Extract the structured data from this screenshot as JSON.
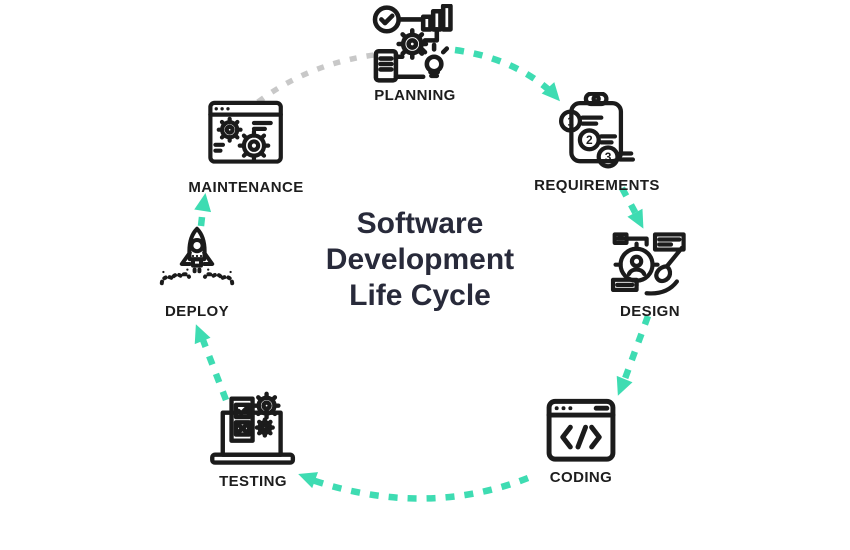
{
  "title": {
    "lines": [
      "Software",
      "Development",
      "Life Cycle"
    ],
    "text": "Software Development Life Cycle"
  },
  "stages": [
    {
      "id": "planning",
      "label": "PLANNING"
    },
    {
      "id": "requirements",
      "label": "REQUIREMENTS"
    },
    {
      "id": "design",
      "label": "DESIGN"
    },
    {
      "id": "coding",
      "label": "CODING"
    },
    {
      "id": "testing",
      "label": "TESTING"
    },
    {
      "id": "deploy",
      "label": "DEPLOY"
    },
    {
      "id": "maintenance",
      "label": "MAINTENANCE"
    }
  ],
  "icons": {
    "planning": "checklist-gear-chart-bulb-icon",
    "requirements": "clipboard-numbered-list-icon",
    "design": "user-target-paintbrush-icon",
    "coding": "browser-code-icon",
    "testing": "laptop-checklist-gears-icon",
    "deploy": "rocket-launch-icon",
    "maintenance": "browser-gears-icon",
    "requirements_numbers": [
      "1",
      "2",
      "3"
    ]
  },
  "flow": {
    "direction": "clockwise",
    "arrow_style": "dashed",
    "gray_segment": "maintenance-to-planning"
  },
  "colors": {
    "arrow_teal": "#3edcb2",
    "arrow_gray": "#c8c8c8",
    "icon_stroke": "#1b1b1b",
    "label_text": "#1d1d1d",
    "title_text": "#282a3a",
    "background": "#ffffff"
  }
}
